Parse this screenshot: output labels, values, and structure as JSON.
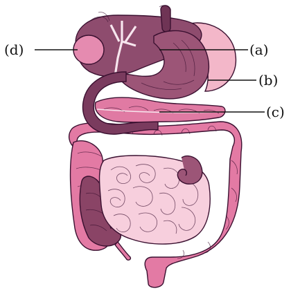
{
  "labels": {
    "a": "(a)",
    "b": "(b)",
    "c": "(c)",
    "d": "(d)"
  },
  "colors": {
    "liver": "#8e4c6e",
    "liver_dark": "#6f3455",
    "stomach": "#9c5577",
    "stomach_dark": "#7a3b5e",
    "spleen": "#f3b7c9",
    "gallbladder": "#e58bb0",
    "pancreas": "#e07aa3",
    "small_intestine": "#f7cfdd",
    "colon": "#e37aa4",
    "rectum": "#8a4466",
    "outline": "#3a1030",
    "ducts": "#f7e6ee",
    "leader": "#111111"
  }
}
